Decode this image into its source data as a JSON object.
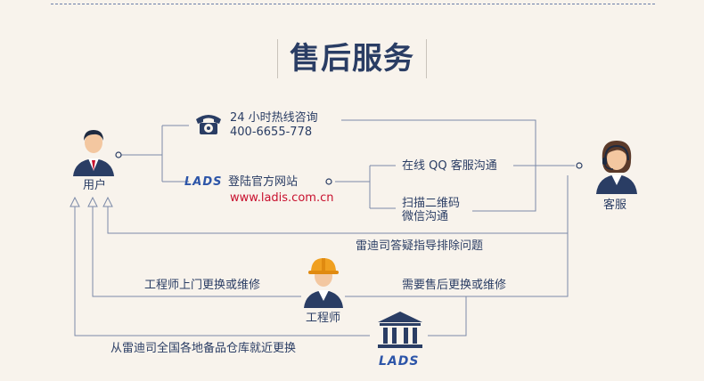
{
  "title": "售后服务",
  "nodes": {
    "user": "用户",
    "service": "客服",
    "engineer": "工程师"
  },
  "phone": {
    "line1": "24 小时热线咨询",
    "line2": "400-6655-778"
  },
  "website": {
    "logo": "LADS",
    "label": "登陆官方网站",
    "url": "www.ladis.com.cn"
  },
  "channels": {
    "online": "在线 QQ 客服沟通",
    "scan1": "扫描二维码",
    "scan2": "微信沟通"
  },
  "flows": {
    "answer": "雷迪司答疑指导排除问题",
    "engineer_visit": "工程师上门更换或维修",
    "need_service": "需要售后更换或维修",
    "warehouse": "从雷迪司全国各地备品仓库就近更换"
  },
  "warehouse_logo": "LADS",
  "colors": {
    "text": "#2a3d64",
    "line": "#7b8aa8",
    "accent_red": "#c8102e",
    "logo_blue": "#2d55a8",
    "background": "#f8f3ec"
  }
}
